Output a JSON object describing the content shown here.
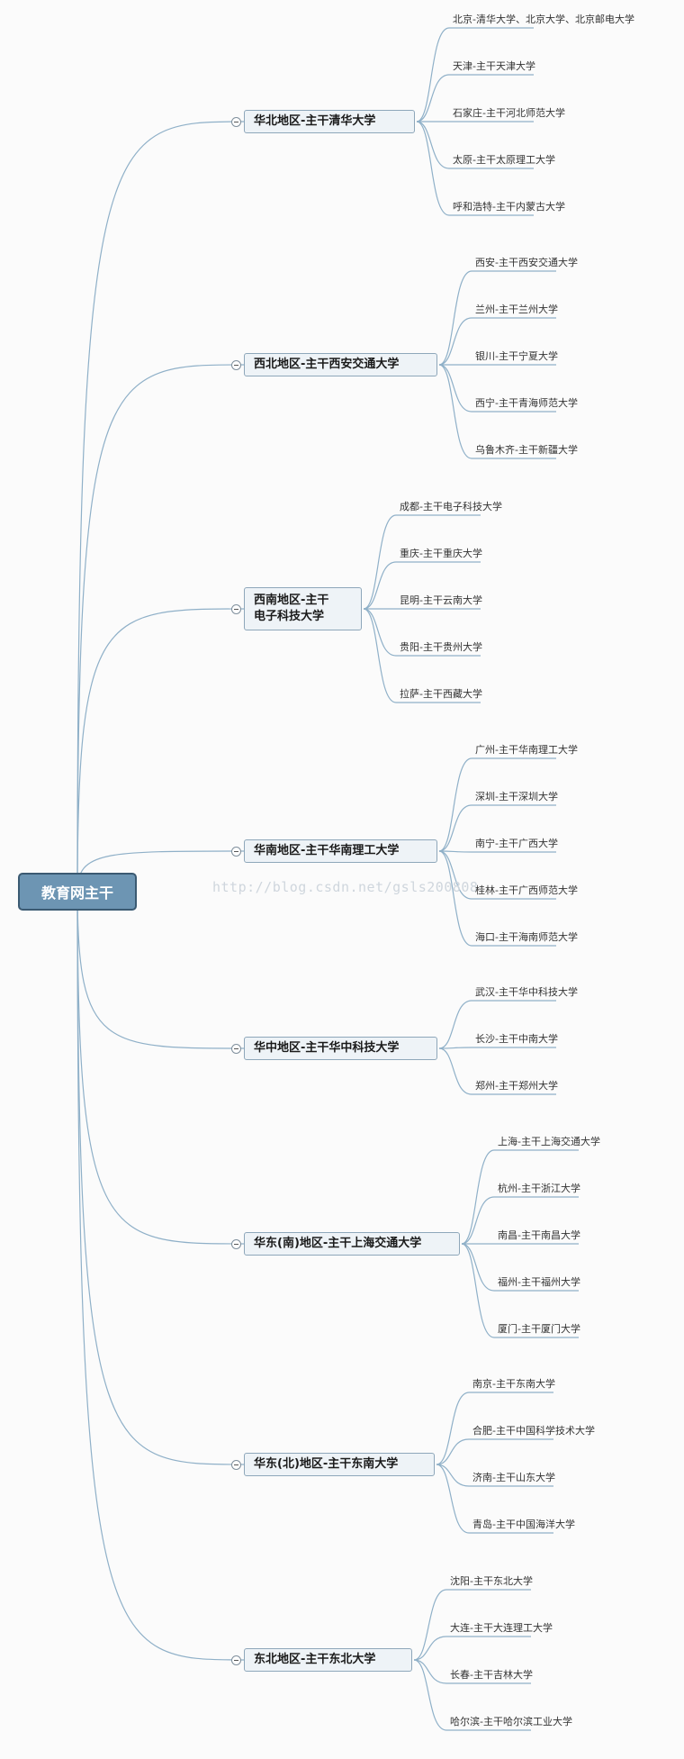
{
  "root": {
    "label": "教育网主干"
  },
  "watermark": "http://blog.csdn.net/gsls200808",
  "colors": {
    "root_fill": "#6d95b3",
    "branch_fill": "#eef3f7",
    "line": "#8fb0c8"
  },
  "branches": [
    {
      "label": "华北地区-主干清华大学",
      "children": [
        "北京-清华大学、北京大学、北京邮电大学",
        "天津-主干天津大学",
        "石家庄-主干河北师范大学",
        "太原-主干太原理工大学",
        "呼和浩特-主干内蒙古大学"
      ]
    },
    {
      "label": "西北地区-主干西安交通大学",
      "children": [
        "西安-主干西安交通大学",
        "兰州-主干兰州大学",
        "银川-主干宁夏大学",
        "西宁-主干青海师范大学",
        "乌鲁木齐-主干新疆大学"
      ]
    },
    {
      "label": "西南地区-主干 电子科技大学",
      "children": [
        "成都-主干电子科技大学",
        "重庆-主干重庆大学",
        "昆明-主干云南大学",
        "贵阳-主干贵州大学",
        "拉萨-主干西藏大学"
      ]
    },
    {
      "label": "华南地区-主干华南理工大学",
      "children": [
        "广州-主干华南理工大学",
        "深圳-主干深圳大学",
        "南宁-主干广西大学",
        "桂林-主干广西师范大学",
        "海口-主干海南师范大学"
      ]
    },
    {
      "label": "华中地区-主干华中科技大学",
      "children": [
        "武汉-主干华中科技大学",
        "长沙-主干中南大学",
        "郑州-主干郑州大学"
      ]
    },
    {
      "label": "华东(南)地区-主干上海交通大学",
      "children": [
        "上海-主干上海交通大学",
        "杭州-主干浙江大学",
        "南昌-主干南昌大学",
        "福州-主干福州大学",
        "厦门-主干厦门大学"
      ]
    },
    {
      "label": "华东(北)地区-主干东南大学",
      "children": [
        "南京-主干东南大学",
        "合肥-主干中国科学技术大学",
        "济南-主干山东大学",
        "青岛-主干中国海洋大学"
      ]
    },
    {
      "label": "东北地区-主干东北大学",
      "children": [
        "沈阳-主干东北大学",
        "大连-主干大连理工大学",
        "长春-主干吉林大学",
        "哈尔滨-主干哈尔滨工业大学"
      ]
    }
  ]
}
